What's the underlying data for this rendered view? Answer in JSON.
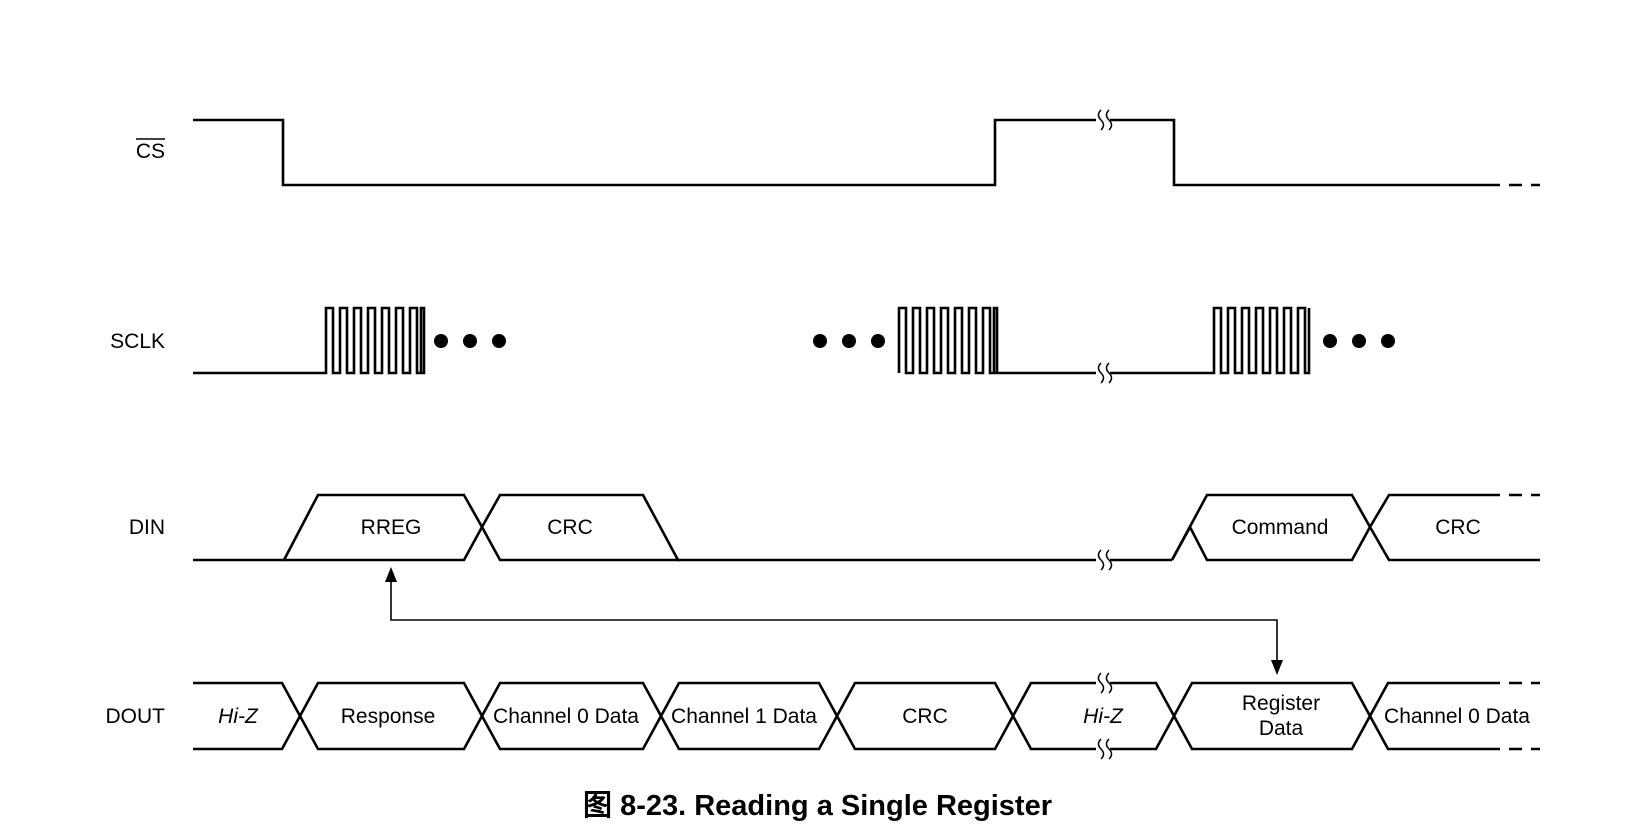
{
  "signals": {
    "cs": "CS",
    "sclk": "SCLK",
    "din": "DIN",
    "dout": "DOUT"
  },
  "din_segments": {
    "rreg": "RREG",
    "crc_1": "CRC",
    "command": "Command",
    "crc_2": "CRC"
  },
  "dout_segments": {
    "hiz_1": "Hi-Z",
    "response": "Response",
    "channel0_data": "Channel 0 Data",
    "channel1_data": "Channel 1 Data",
    "crc": "CRC",
    "hiz_2": "Hi-Z",
    "register_line1": "Register",
    "register_line2": "Data",
    "channel0_data_2": "Channel 0 Data"
  },
  "caption": {
    "prefix": "图",
    "text": "8-23. Reading a Single Register"
  }
}
